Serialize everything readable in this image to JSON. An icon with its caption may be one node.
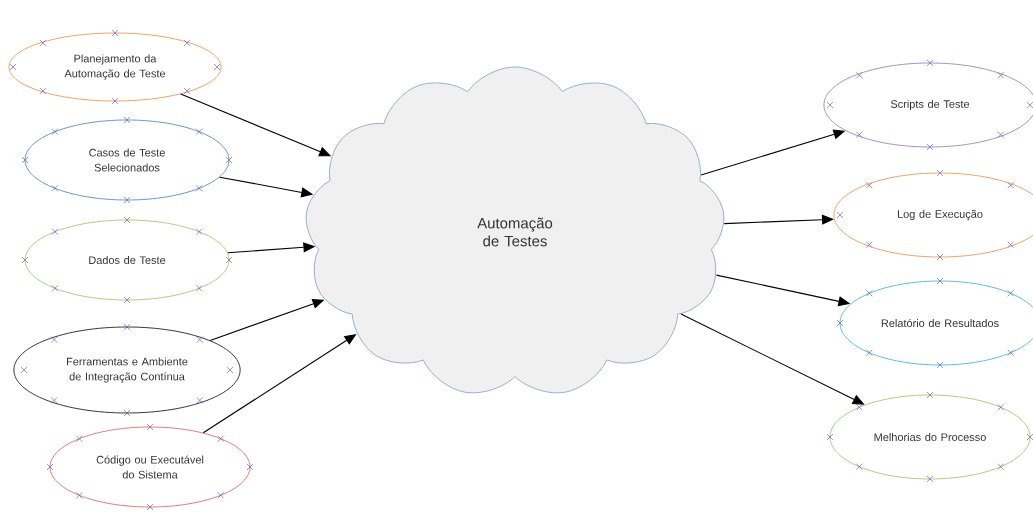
{
  "diagram": {
    "nodes": [
      {
        "text": [
          "Planejamento da Automação de Teste"
        ]
      },
      {
        "text": [
          "Casos de Teste Selecionados"
        ]
      },
      {
        "text": [
          "Dados de Teste"
        ]
      },
      {
        "text": [
          "Ferramentas e Ambiente de Integração Contínua"
        ]
      },
      {
        "text": [
          "Código ou Executável do Sistema"
        ]
      },
      {
        "text": [
          "Automação de Testes"
        ]
      },
      {
        "text": [
          "Scripts de Teste"
        ]
      },
      {
        "text": [
          "Log de Execução"
        ]
      },
      {
        "text": [
          "Relatório de Resultados"
        ]
      },
      {
        "text": [
          "Melhorias do Processo"
        ]
      }
    ],
    "edges": [
      {
        "from": 0,
        "to": 5,
        "arrow": "to"
      },
      {
        "from": 1,
        "to": 5,
        "arrow": "to"
      },
      {
        "from": 2,
        "to": 5,
        "arrow": "to"
      },
      {
        "from": 3,
        "to": 5,
        "arrow": "to"
      },
      {
        "from": 4,
        "to": 5,
        "arrow": "to"
      },
      {
        "from": 5,
        "to": 6,
        "arrow": "to"
      },
      {
        "from": 5,
        "to": 7,
        "arrow": "to"
      },
      {
        "from": 5,
        "to": 8,
        "arrow": "to"
      },
      {
        "from": 5,
        "to": 9,
        "arrow": "to"
      }
    ]
  }
}
